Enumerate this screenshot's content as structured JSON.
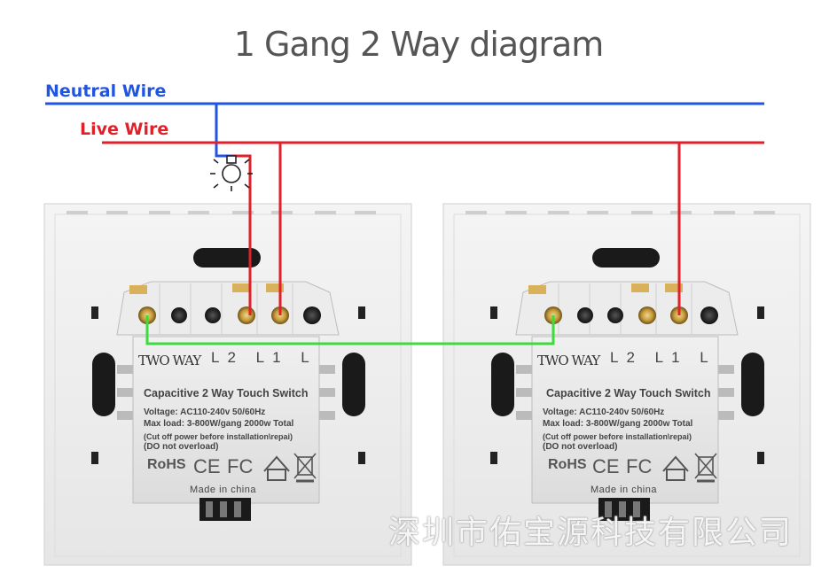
{
  "title": "1 Gang 2 Way diagram",
  "wires": {
    "neutral_label": "Neutral Wire",
    "live_label": "Live Wire",
    "neutral_color": "#1f55e0",
    "live_color": "#e0202a",
    "traveler_color": "#3ddc3d"
  },
  "switches": [
    {
      "brand": "TWO WAY",
      "terminals": "L2 L1 L",
      "product": "Capacitive 2 Way Touch Switch",
      "voltage": "Voltage: AC110-240v 50/60Hz",
      "max_load": "Max load: 3-800W/gang  2000w Total",
      "warning1": "(Cut off power before installation\\repai)",
      "warning2": "(DO not overload)",
      "certs": [
        "RoHS",
        "CE",
        "FC"
      ],
      "made_in": "Made in china"
    },
    {
      "brand": "TWO WAY",
      "terminals": "L2 L1 L",
      "product": "Capacitive 2 Way Touch Switch",
      "voltage": "Voltage: AC110-240v 50/60Hz",
      "max_load": "Max load: 3-800W/gang  2000w Total",
      "warning1": "(Cut off power before installation\\repai)",
      "warning2": "(DO not overload)",
      "certs": [
        "RoHS",
        "CE",
        "FC"
      ],
      "made_in": "Made in china"
    }
  ],
  "icons": [
    "light-bulb-icon",
    "house-icon",
    "weee-bin-icon"
  ],
  "watermark": "深圳市佑宝源科技有限公司"
}
